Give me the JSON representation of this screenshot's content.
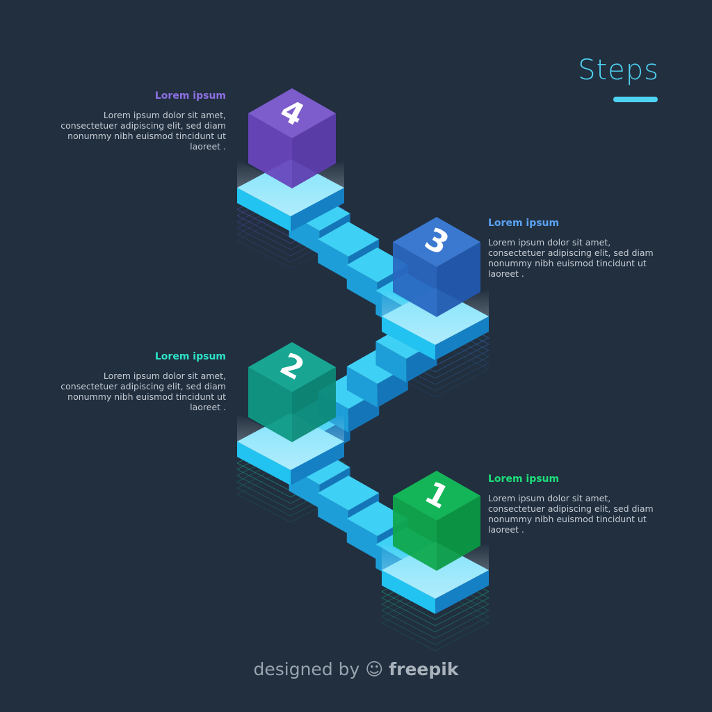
{
  "title": "Steps",
  "colors": {
    "background": "#212f3f",
    "accent": "#4fd3f2",
    "stairs": "#1aa6e0"
  },
  "steps": [
    {
      "number": "1",
      "heading": "Lorem ipsum",
      "text": "Lorem ipsum dolor sit amet, consectetuer adipiscing elit, sed diam nonummy nibh euismod tincidunt ut laoreet .",
      "color": "#1ee07a",
      "cube": [
        "#14c05a",
        "#0fa84c",
        "#0b9a44"
      ]
    },
    {
      "number": "2",
      "heading": "Lorem ipsum",
      "text": "Lorem ipsum dolor sit amet, consectetuer adipiscing elit, sed diam nonummy nibh euismod tincidunt ut laoreet .",
      "color": "#2ee3c6",
      "cube": [
        "#18b09a",
        "#0f9984",
        "#0c8a78"
      ]
    },
    {
      "number": "3",
      "heading": "Lorem ipsum",
      "text": "Lorem ipsum dolor sit amet, consectetuer adipiscing elit, sed diam nonummy nibh euismod tincidunt ut laoreet .",
      "color": "#5ba3f2",
      "cube": [
        "#3e7fdc",
        "#2a68c2",
        "#2259b0"
      ]
    },
    {
      "number": "4",
      "heading": "Lorem ipsum",
      "text": "Lorem ipsum dolor sit amet, consectetuer adipiscing elit, sed diam nonummy nibh euismod tincidunt ut laoreet .",
      "color": "#8d6fe2",
      "cube": [
        "#8460d6",
        "#6a45bd",
        "#5f3daf"
      ]
    }
  ],
  "footer": {
    "prefix": "designed by",
    "brand": "freepik"
  }
}
